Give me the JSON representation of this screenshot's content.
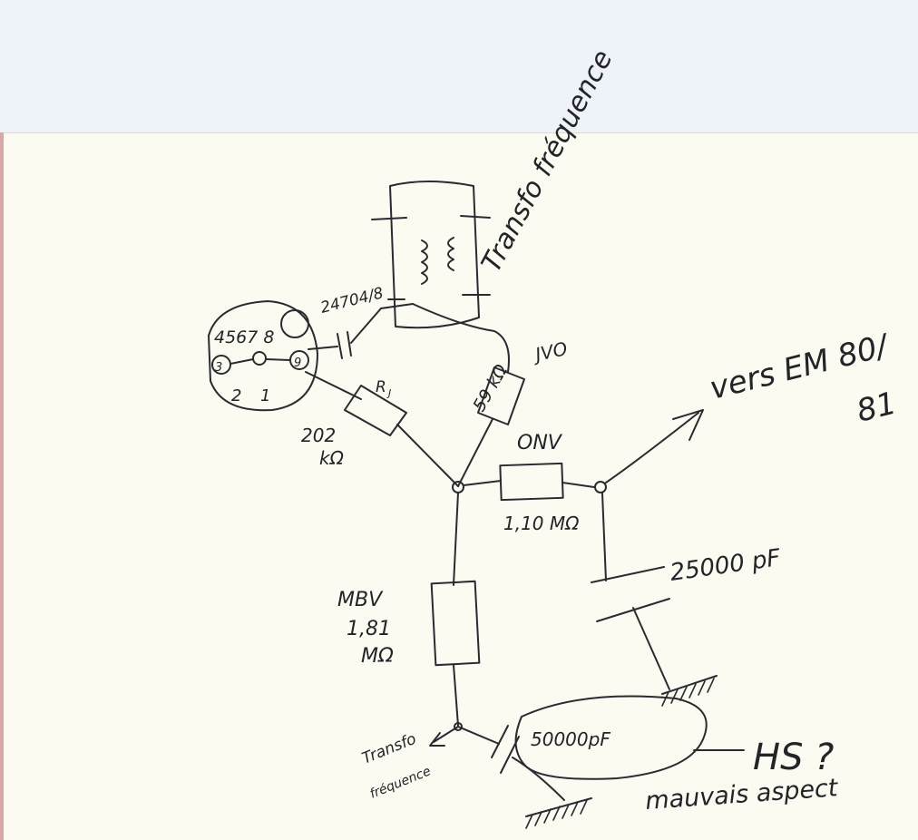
{
  "labels": {
    "tube_pins": "4567 8",
    "pin_3": "3",
    "pin_9": "9",
    "pin_2": "2",
    "pin_1": "1",
    "capacitor_top": "24704/8",
    "transformer": "Transfo fréquence",
    "resistor_rj": "R",
    "resistor_rj_sub": "J",
    "r_202_value": "202",
    "r_202_unit": "kΩ",
    "r_59_tag": "JVO",
    "r_59_value": "59 kΩ",
    "r_110_tag": "ONV",
    "r_110_value": "1,10 MΩ",
    "r_181_tag": "MBV",
    "r_181_value": "1,81",
    "r_181_unit": "MΩ",
    "output_to": "vers EM 80/",
    "output_to_2": "81",
    "cap_25000": "25000 pF",
    "cap_50000": "50000pF",
    "bottom_transformer_1": "Transfo",
    "bottom_transformer_2": "fréquence",
    "hs_note": "HS ?",
    "bad_aspect": "mauvais aspect"
  }
}
